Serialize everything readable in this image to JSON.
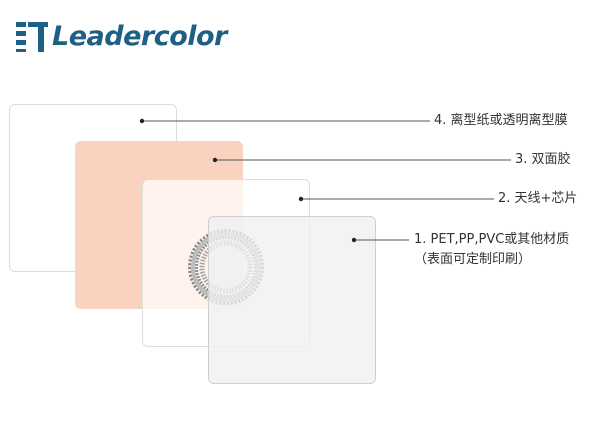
{
  "brand": {
    "name": "Leadercolor",
    "color": "#1d5f85"
  },
  "layers": [
    {
      "id": "release-liner",
      "label": "4. 离型纸或透明离型膜",
      "fill": "#ffffff"
    },
    {
      "id": "adhesive",
      "label": "3. 双面胶",
      "fill": "#f9d3bf"
    },
    {
      "id": "antenna-chip",
      "label": "2. 天线+芯片",
      "fill": "#ffffff"
    },
    {
      "id": "face-material",
      "label": "1. PET,PP,PVC或其他材质",
      "label_sub": "（表面可定制印刷）",
      "fill": "#f0f0f0"
    }
  ]
}
